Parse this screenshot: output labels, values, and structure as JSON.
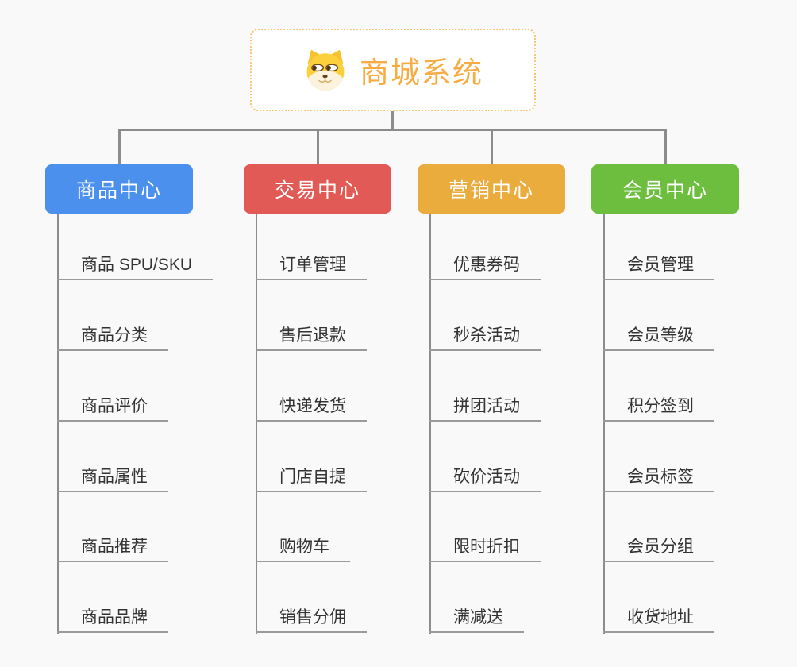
{
  "root": {
    "title": "商城系统",
    "icon": "shiba-dog-icon"
  },
  "branches": [
    {
      "label": "商品中心",
      "color": "#4a90ec",
      "items": [
        "商品 SPU/SKU",
        "商品分类",
        "商品评价",
        "商品属性",
        "商品推荐",
        "商品品牌"
      ]
    },
    {
      "label": "交易中心",
      "color": "#e25a55",
      "items": [
        "订单管理",
        "售后退款",
        "快递发货",
        "门店自提",
        "购物车",
        "销售分佣"
      ]
    },
    {
      "label": "营销中心",
      "color": "#ebac3e",
      "items": [
        "优惠券码",
        "秒杀活动",
        "拼团活动",
        "砍价活动",
        "限时折扣",
        "满减送"
      ]
    },
    {
      "label": "会员中心",
      "color": "#6dbe3f",
      "items": [
        "会员管理",
        "会员等级",
        "积分签到",
        "会员标签",
        "会员分组",
        "收货地址"
      ]
    }
  ],
  "theme": {
    "background_color": "#f9f9f9",
    "connector_color": "#8c8c8c",
    "leaf_underline_color": "#9a9a9a",
    "root_border_color": "#f7c573",
    "root_text_color": "#f6ac42"
  }
}
